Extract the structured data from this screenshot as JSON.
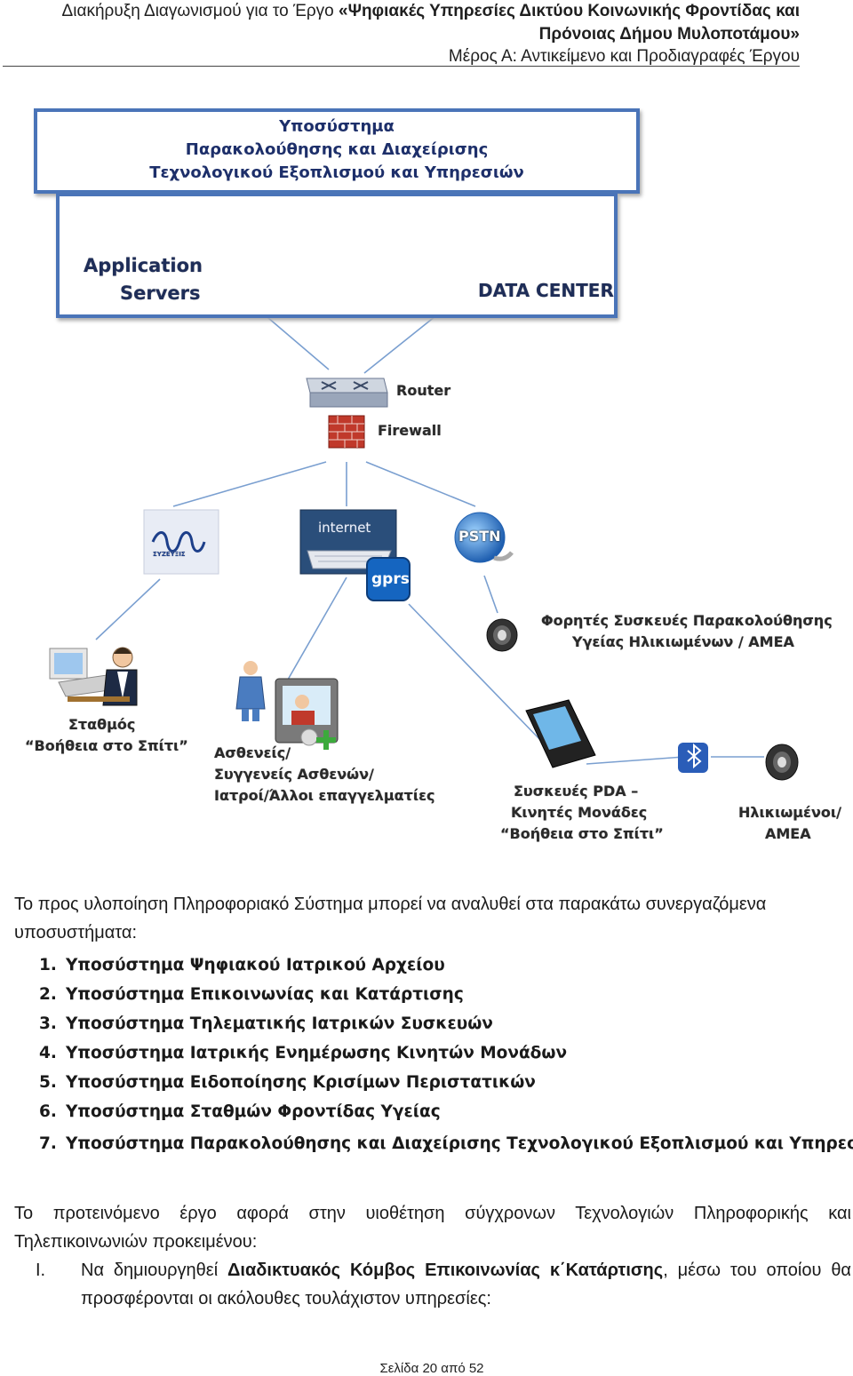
{
  "header": {
    "line1_prefix": "Διακήρυξη Διαγωνισμού για το Έργο ",
    "line1_bold": "«Ψηφιακές Υπηρεσίες Δικτύου Κοινωνικής Φροντίδας και",
    "line2_bold": "Πρόνοιας Δήμου Μυλοποτάμου»",
    "line3": "Μέρος Α: Αντικείμενο και Προδιαγραφές Έργου"
  },
  "diagram": {
    "title_lines": [
      "Υποσύστημα",
      "Παρακολούθησης και Διαχείρισης",
      "Τεχνολογικού Εξοπλισμού και Υπηρεσιών"
    ],
    "application_servers_lines": [
      "Application",
      "Servers"
    ],
    "data_center": "DATA CENTER",
    "router": "Router",
    "firewall": "Firewall",
    "syzefxis": "ΣΥΖΕΥΞΙΣ",
    "internet": "internet",
    "gprs": "gprs",
    "pstn": "PSTN",
    "wearables_lines": [
      "Φορητές Συσκευές Παρακολούθησης",
      "Υγείας Ηλικιωμένων / ΑΜΕΑ"
    ],
    "station_lines": [
      "Σταθμός",
      "“Βοήθεια στο Σπίτι”"
    ],
    "patients_lines": [
      "Ασθενείς/",
      "Συγγενείς Ασθενών/",
      "Ιατροί/Άλλοι επαγγελματίες"
    ],
    "pda_lines": [
      "Συσκευές PDA –",
      "Κινητές Μονάδες",
      "“Βοήθεια στο Σπίτι”"
    ],
    "elderly_lines": [
      "Ηλικιωμένοι/",
      "ΑΜΕΑ"
    ]
  },
  "paragraph1": "Το προς υλοποίηση Πληροφοριακό Σύστημα μπορεί να αναλυθεί στα παρακάτω συνεργαζόμενα υποσυστήματα:",
  "subsystems": [
    {
      "num": "1.",
      "text": "Υποσύστημα Ψηφιακού Ιατρικού Αρχείου"
    },
    {
      "num": "2.",
      "text": "Υποσύστημα Επικοινωνίας και Κατάρτισης"
    },
    {
      "num": "3.",
      "text": "Υποσύστημα Τηλεματικής Ιατρικών Συσκευών"
    },
    {
      "num": "4.",
      "text": "Υποσύστημα Ιατρικής Ενημέρωσης Κινητών Μονάδων"
    },
    {
      "num": "5.",
      "text": "Υποσύστημα Ειδοποίησης Κρισίμων Περιστατικών"
    },
    {
      "num": "6.",
      "text": "Υποσύστημα Σταθμών Φροντίδας Υγείας"
    },
    {
      "num": "7.",
      "text": "Υποσύστημα Παρακολούθησης και Διαχείρισης Τεχνολογικού Εξοπλισμού και Υπηρεσιών"
    }
  ],
  "paragraph2": {
    "line1": "Το προτεινόμενο έργο αφορά στην υιοθέτηση σύγχρονων Τεχνολογιών Πληροφορικής και",
    "line2": "Τηλεπικοινωνιών προκειμένου:"
  },
  "item_I": {
    "marker": "I.",
    "prefix": "Να δημιουργηθεί ",
    "bold": "Διαδικτυακός Κόμβος Επικοινωνίας κ΄Κατάρτισης",
    "suffix": ", μέσω του οποίου θα",
    "line2": "προσφέρονται οι ακόλουθες τουλάχιστον υπηρεσίες:"
  },
  "footer": "Σελίδα 20 από 52"
}
